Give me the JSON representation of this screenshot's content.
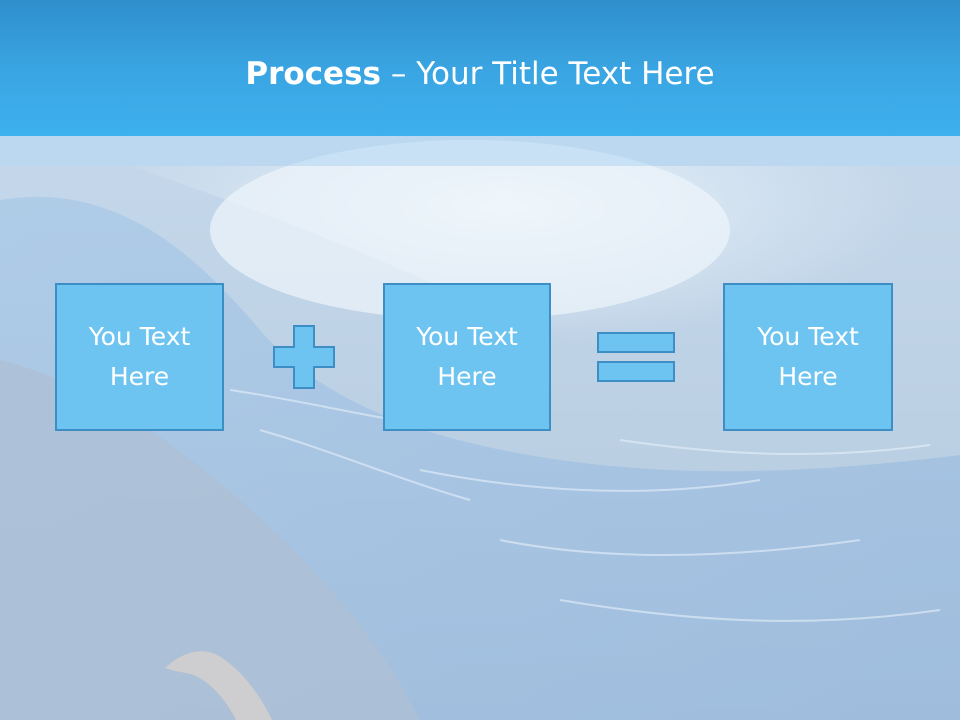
{
  "slide": {
    "title_bold": "Process",
    "title_rest": " – Your Title Text Here"
  },
  "process": {
    "steps": [
      {
        "line1": "You Text",
        "line2": "Here"
      },
      {
        "line1": "You Text",
        "line2": "Here"
      },
      {
        "line1": "You Text",
        "line2": "Here"
      }
    ],
    "operators": [
      "plus-icon",
      "equals-icon"
    ]
  },
  "colors": {
    "title_bar": "#3aa6e3",
    "box_fill": "#6ec4f1",
    "box_border": "#3d8ec4",
    "text": "#ffffff"
  }
}
